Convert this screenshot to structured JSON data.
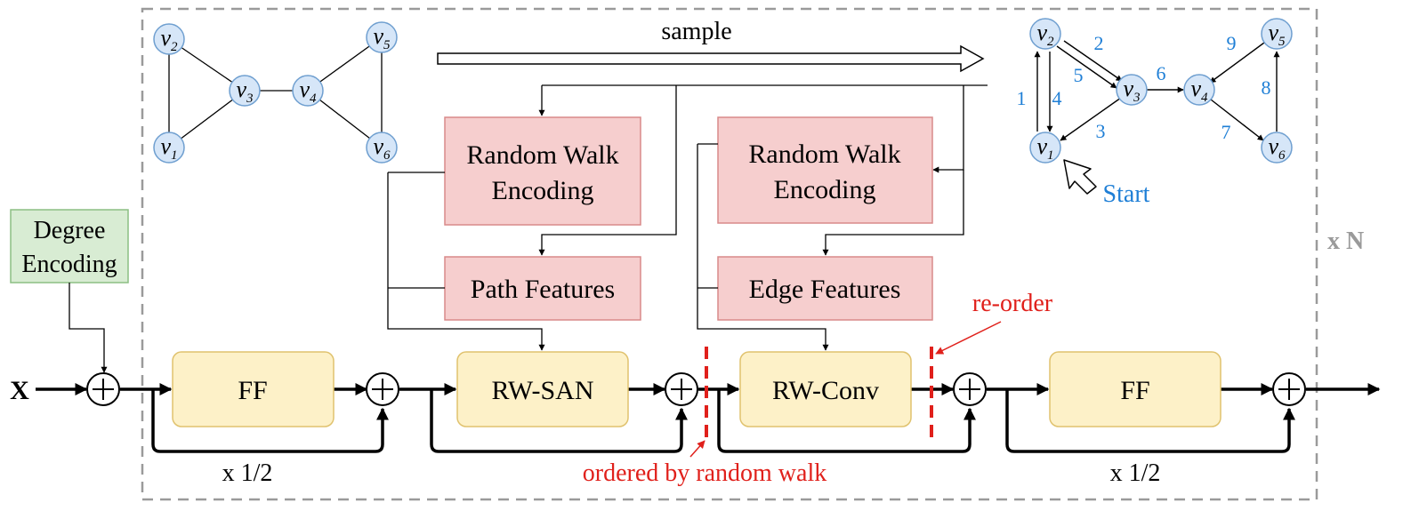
{
  "input_label": "X",
  "repeat_label": "x N",
  "sample_label": "sample",
  "degree_encoding": {
    "line1": "Degree",
    "line2": "Encoding"
  },
  "rwe_left": {
    "line1": "Random Walk",
    "line2": "Encoding"
  },
  "rwe_right": {
    "line1": "Random Walk",
    "line2": "Encoding"
  },
  "path_features": "Path Features",
  "edge_features": "Edge Features",
  "ff1": "FF",
  "rw_san": "RW-SAN",
  "rw_conv": "RW-Conv",
  "ff2": "FF",
  "half1": "x 1/2",
  "half2": "x 1/2",
  "reorder_label": "re-order",
  "ordered_label": "ordered by random walk",
  "start_label": "Start",
  "left_graph": {
    "nodes": [
      "v",
      "v",
      "v",
      "v",
      "v",
      "v"
    ],
    "subs": [
      "2",
      "3",
      "4",
      "5",
      "1",
      "6"
    ]
  },
  "right_graph": {
    "nodes": [
      "v",
      "v",
      "v",
      "v",
      "v",
      "v"
    ],
    "subs": [
      "2",
      "3",
      "4",
      "5",
      "1",
      "6"
    ],
    "step_labels": [
      "1",
      "2",
      "3",
      "4",
      "5",
      "6",
      "7",
      "8",
      "9"
    ]
  },
  "colors": {
    "node_fill": "#d6e6f8",
    "node_stroke": "#6f9fd0",
    "pink_fill": "#f6cece",
    "pink_stroke": "#d88a8a",
    "yellow_fill": "#fdf1c8",
    "yellow_stroke": "#e0c26e",
    "green_fill": "#d8ecd3",
    "green_stroke": "#8cbf83",
    "accent_blue": "#1f7fd6",
    "accent_red": "#e0201b",
    "dash_grey": "#9a9a9a"
  }
}
